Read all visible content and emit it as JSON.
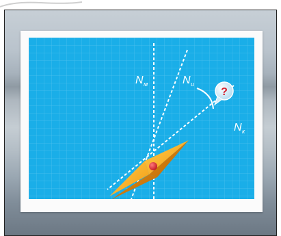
{
  "labels": {
    "north_magnetic": "N",
    "north_magnetic_sub": "м",
    "north_true": "N",
    "north_true_sub": "и",
    "north_compass": "N",
    "north_compass_sub": "к",
    "question": "?"
  },
  "colors": {
    "panel_blue": "#1aaee8",
    "grid_line": "#53c2ef",
    "dashed_line": "#ffffff",
    "needle_orange": "#f2a51a",
    "needle_dark": "#d98612",
    "pivot_red": "#e0202a",
    "bubble_red": "#d32030"
  },
  "icons": {
    "question": "question-bubble-icon"
  }
}
